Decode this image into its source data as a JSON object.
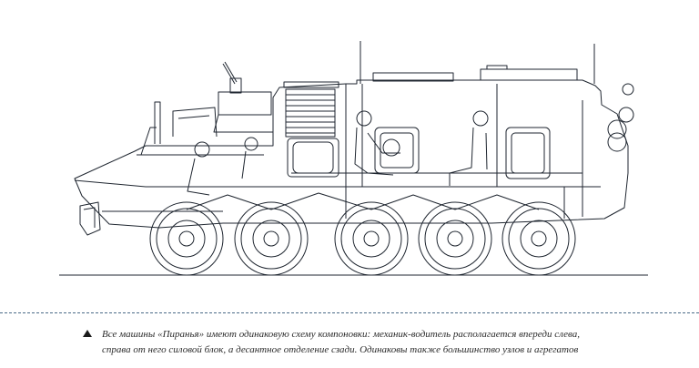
{
  "caption": {
    "line1": "Все машины «Пиранья» имеют одинаковую схему компоновки: механик-водитель располагается впереди слева,",
    "line2": "справа от него силовой блок, а десантное отделение сзади. Одинаковы также большинство узлов и агрегатов"
  },
  "figure": {
    "subject": "armored-vehicle-side-view",
    "wheel_count": 5,
    "line_color": "#1f2630"
  }
}
